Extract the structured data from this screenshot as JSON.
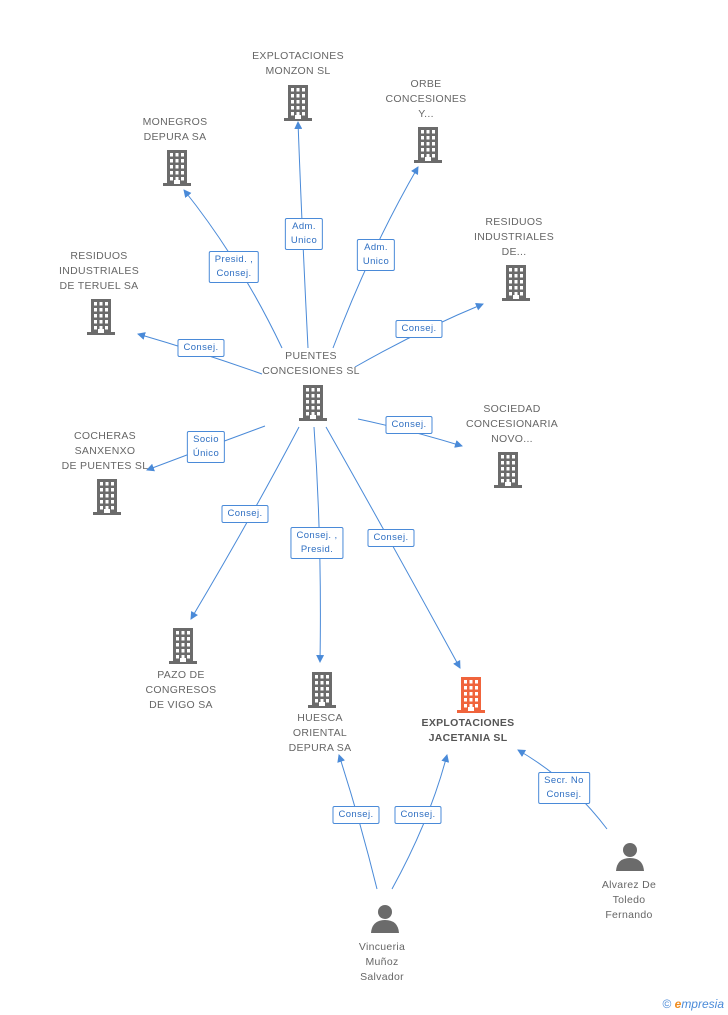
{
  "diagram": {
    "nodes": [
      {
        "id": "explotaciones-monzon",
        "kind": "company",
        "label": [
          "EXPLOTACIONES",
          "MONZON SL"
        ]
      },
      {
        "id": "orbe-concesiones",
        "kind": "company",
        "label": [
          "ORBE",
          "CONCESIONES",
          "Y..."
        ]
      },
      {
        "id": "monegros-depura",
        "kind": "company",
        "label": [
          "MONEGROS",
          "DEPURA SA"
        ]
      },
      {
        "id": "residuos-industriales-de",
        "kind": "company",
        "label": [
          "RESIDUOS",
          "INDUSTRIALES",
          "DE..."
        ]
      },
      {
        "id": "residuos-teruel",
        "kind": "company",
        "label": [
          "RESIDUOS",
          "INDUSTRIALES",
          "DE TERUEL SA"
        ]
      },
      {
        "id": "puentes-concesiones",
        "kind": "company",
        "label": [
          "PUENTES",
          "CONCESIONES SL"
        ]
      },
      {
        "id": "sociedad-concesionaria",
        "kind": "company",
        "label": [
          "SOCIEDAD",
          "CONCESIONARIA",
          "NOVO..."
        ]
      },
      {
        "id": "cocheras-sanxenxo",
        "kind": "company",
        "label": [
          "COCHERAS",
          "SANXENXO",
          "DE PUENTES SL"
        ]
      },
      {
        "id": "pazo-congresos",
        "kind": "company",
        "label": [
          "PAZO DE",
          "CONGRESOS",
          "DE VIGO SA"
        ]
      },
      {
        "id": "huesca-oriental",
        "kind": "company",
        "label": [
          "HUESCA",
          "ORIENTAL",
          "DEPURA SA"
        ]
      },
      {
        "id": "explotaciones-jacetania",
        "kind": "company",
        "focus": true,
        "label": [
          "EXPLOTACIONES",
          "JACETANIA SL"
        ]
      },
      {
        "id": "vincueria",
        "kind": "person",
        "label": [
          "Vincueria",
          "Muñoz",
          "Salvador"
        ]
      },
      {
        "id": "alvarez",
        "kind": "person",
        "label": [
          "Alvarez De",
          "Toledo",
          "Fernando"
        ]
      }
    ],
    "edges": [
      {
        "from": "puentes-concesiones",
        "to": "explotaciones-monzon",
        "label": [
          "Adm.",
          "Unico"
        ]
      },
      {
        "from": "puentes-concesiones",
        "to": "orbe-concesiones",
        "label": [
          "Adm.",
          "Unico"
        ]
      },
      {
        "from": "puentes-concesiones",
        "to": "monegros-depura",
        "label": [
          "Presid. ,",
          "Consej."
        ]
      },
      {
        "from": "puentes-concesiones",
        "to": "residuos-industriales-de",
        "label": [
          "Consej."
        ]
      },
      {
        "from": "puentes-concesiones",
        "to": "residuos-teruel",
        "label": [
          "Consej."
        ]
      },
      {
        "from": "puentes-concesiones",
        "to": "sociedad-concesionaria",
        "label": [
          "Consej."
        ]
      },
      {
        "from": "puentes-concesiones",
        "to": "cocheras-sanxenxo",
        "label": [
          "Socio",
          "Único"
        ]
      },
      {
        "from": "puentes-concesiones",
        "to": "pazo-congresos",
        "label": [
          "Consej."
        ]
      },
      {
        "from": "puentes-concesiones",
        "to": "huesca-oriental",
        "label": [
          "Consej. ,",
          "Presid."
        ]
      },
      {
        "from": "puentes-concesiones",
        "to": "explotaciones-jacetania",
        "label": [
          "Consej."
        ]
      },
      {
        "from": "vincueria",
        "to": "huesca-oriental",
        "label": [
          "Consej."
        ]
      },
      {
        "from": "vincueria",
        "to": "explotaciones-jacetania",
        "label": [
          "Consej."
        ]
      },
      {
        "from": "alvarez",
        "to": "explotaciones-jacetania",
        "label": [
          "Secr. No",
          "Consej."
        ]
      }
    ]
  },
  "colors": {
    "company": "#6b6b6b",
    "focus": "#f0643c",
    "person": "#6b6b6b",
    "edge": "#4a8ad8",
    "edge_text": "#2f6fc2"
  },
  "footer": {
    "copyright": "©",
    "brand_e": "e",
    "brand_rest": "mpresia"
  }
}
